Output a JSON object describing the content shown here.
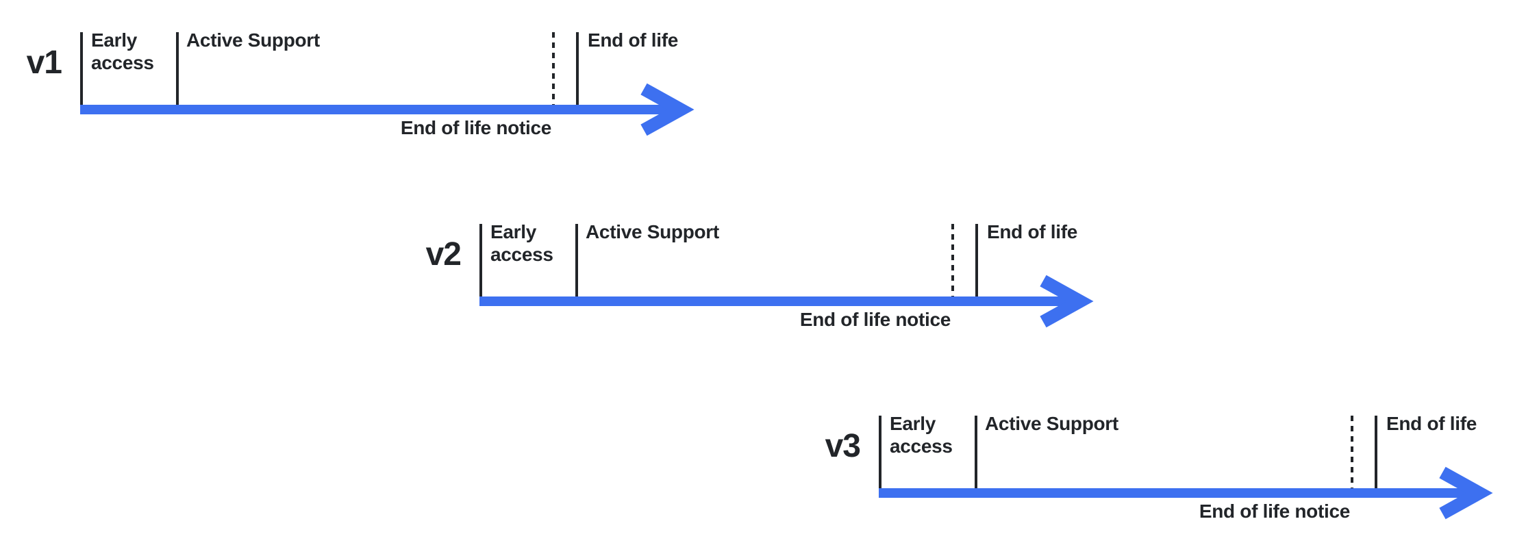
{
  "diagram": {
    "colors": {
      "arrow_blue": "#3D70F0",
      "ink": "#222529",
      "background": "#FFFFFF"
    },
    "timelines": [
      {
        "version": "v1",
        "early_access": "Early access",
        "active_support": "Active Support",
        "end_of_life": "End of life",
        "eol_notice": "End of life notice"
      },
      {
        "version": "v2",
        "early_access": "Early access",
        "active_support": "Active Support",
        "end_of_life": "End of life",
        "eol_notice": "End of life notice"
      },
      {
        "version": "v3",
        "early_access": "Early access",
        "active_support": "Active Support",
        "end_of_life": "End of life",
        "eol_notice": "End of life notice"
      }
    ]
  }
}
